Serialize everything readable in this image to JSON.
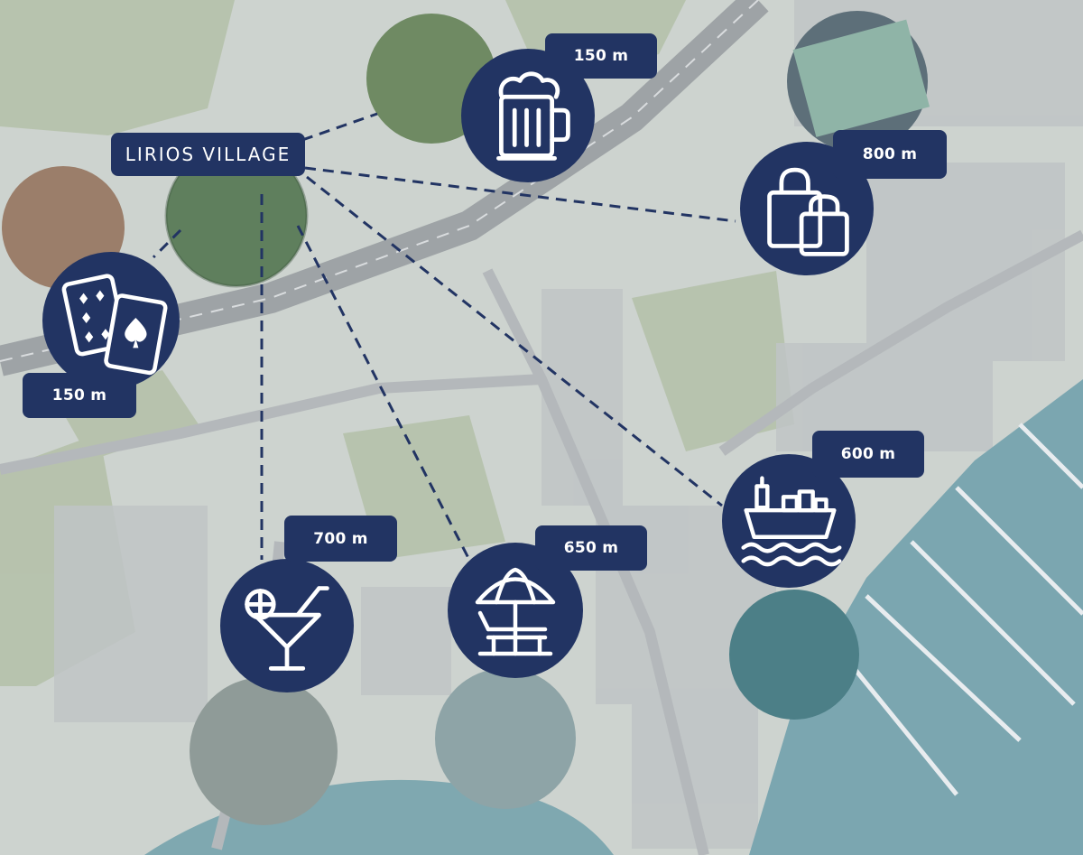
{
  "map": {
    "place_label": "LIRIOS VILLAGE",
    "colors": {
      "marker": "#223463",
      "sea": "#6fa0ad",
      "land": "#cfd6d2",
      "road": "#a9adb0",
      "green": "#a7b89a"
    },
    "pois": [
      {
        "id": "pub",
        "icon": "beer-mug-icon",
        "distance": "150 m"
      },
      {
        "id": "shopping",
        "icon": "shopping-bags-icon",
        "distance": "800 m"
      },
      {
        "id": "casino",
        "icon": "playing-cards-icon",
        "distance": "150 m"
      },
      {
        "id": "port",
        "icon": "cargo-ship-icon",
        "distance": "600 m"
      },
      {
        "id": "beach-bar",
        "icon": "cocktail-glass-icon",
        "distance": "700 m"
      },
      {
        "id": "beach",
        "icon": "beach-umbrella-icon",
        "distance": "650 m"
      }
    ]
  }
}
